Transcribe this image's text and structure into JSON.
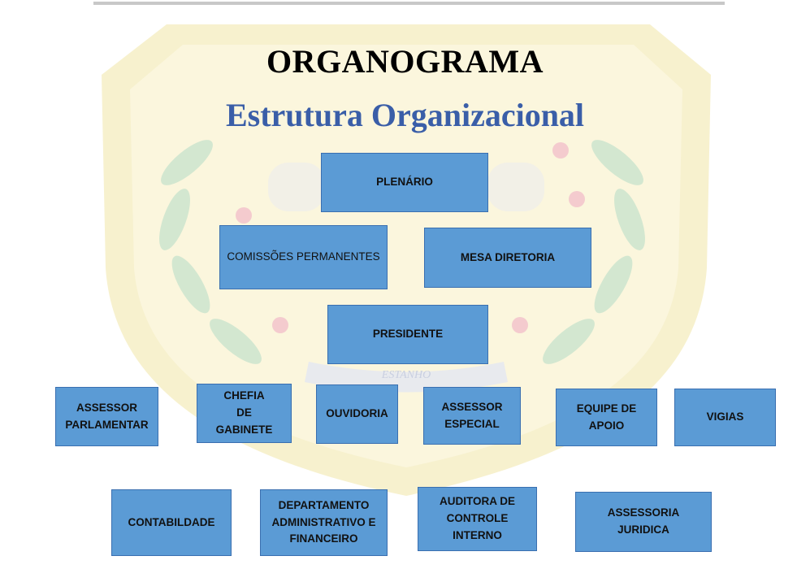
{
  "colors": {
    "box_fill": "#5b9bd5",
    "box_border": "#3a6fb0",
    "title_main": "#000000",
    "title_sub": "#3a5ea8",
    "crest_fill": "#f6efc6",
    "crest_leaf": "#cfe6cf",
    "crest_berry": "#f3c7cc"
  },
  "header": {
    "title": "ORGANOGRAMA",
    "subtitle": "Estrutura Organizacional"
  },
  "crest": {
    "icon": "coat-of-arms-watermark",
    "ribbon_text": "ESTANHO"
  },
  "nodes": {
    "plenario": "PLENÁRIO",
    "comissoes": "COMISSÕES PERMANENTES",
    "mesa": "MESA DIRETORIA",
    "presidente": "PRESIDENTE",
    "assessor_parlamentar": "ASSESSOR\nPARLAMENTAR",
    "chefia": "CHEFIA\nDE\nGABINETE",
    "ouvidoria": "OUVIDORIA",
    "assessor_especial": "ASSESSOR\nESPECIAL",
    "equipe_apoio": "EQUIPE DE\nAPOIO",
    "vigias": "VIGIAS",
    "contabilidade": "CONTABILDADE",
    "departamento": "DEPARTAMENTO\nADMINISTRATIVO E\nFINANCEIRO",
    "auditora": "AUDITORA DE\nCONTROLE\nINTERNO",
    "assessoria_juridica": "ASSESSORIA JURIDICA"
  }
}
